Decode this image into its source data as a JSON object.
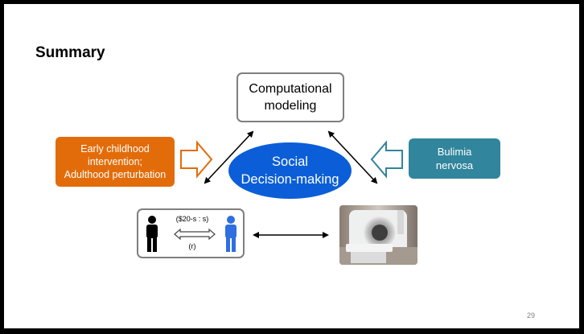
{
  "slide": {
    "title": "Summary",
    "page_number": "29"
  },
  "nodes": {
    "computational": {
      "line1": "Computational",
      "line2": "modeling"
    },
    "social": {
      "line1": "Social",
      "line2": "Decision-making"
    },
    "early": {
      "line1": "Early childhood",
      "line2": "intervention;",
      "line3": "Adulthood perturbation"
    },
    "bulimia": {
      "line1": "Bulimia",
      "line2": "nervosa"
    }
  },
  "game": {
    "offer_label": "($20-s : s)",
    "response_label": "(r)"
  },
  "colors": {
    "orange": "#e36c0a",
    "teal": "#31859c",
    "blue": "#0b5ed7",
    "person_blue": "#2f6fe0"
  }
}
